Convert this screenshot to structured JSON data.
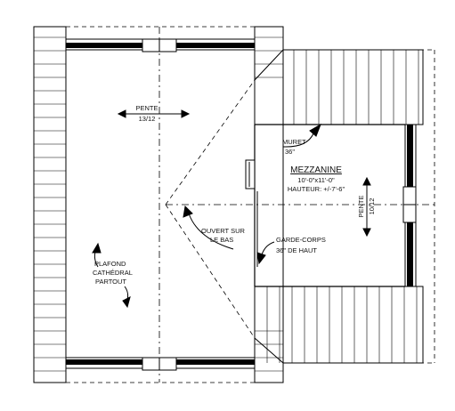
{
  "labels": {
    "pente_left": "PENTE",
    "pente_left_value": "13/12",
    "muret": "MURET",
    "muret_value": "36\"",
    "room_title": "MEZZANINE",
    "room_dims": "10'-0\"x11'-0\"",
    "room_height": "HAUTEUR: +/-7'-6\"",
    "pente_right": "PENTE",
    "pente_right_value": "10/12",
    "ouvert_line1": "OUVERT SUR",
    "ouvert_line2": "LE BAS",
    "gardecorps_line1": "GARDE-CORPS",
    "gardecorps_line2": "36\" DE HAUT",
    "plafond_line1": "PLAFOND",
    "plafond_line2": "CATHÉDRAL",
    "plafond_line3": "PARTOUT"
  }
}
